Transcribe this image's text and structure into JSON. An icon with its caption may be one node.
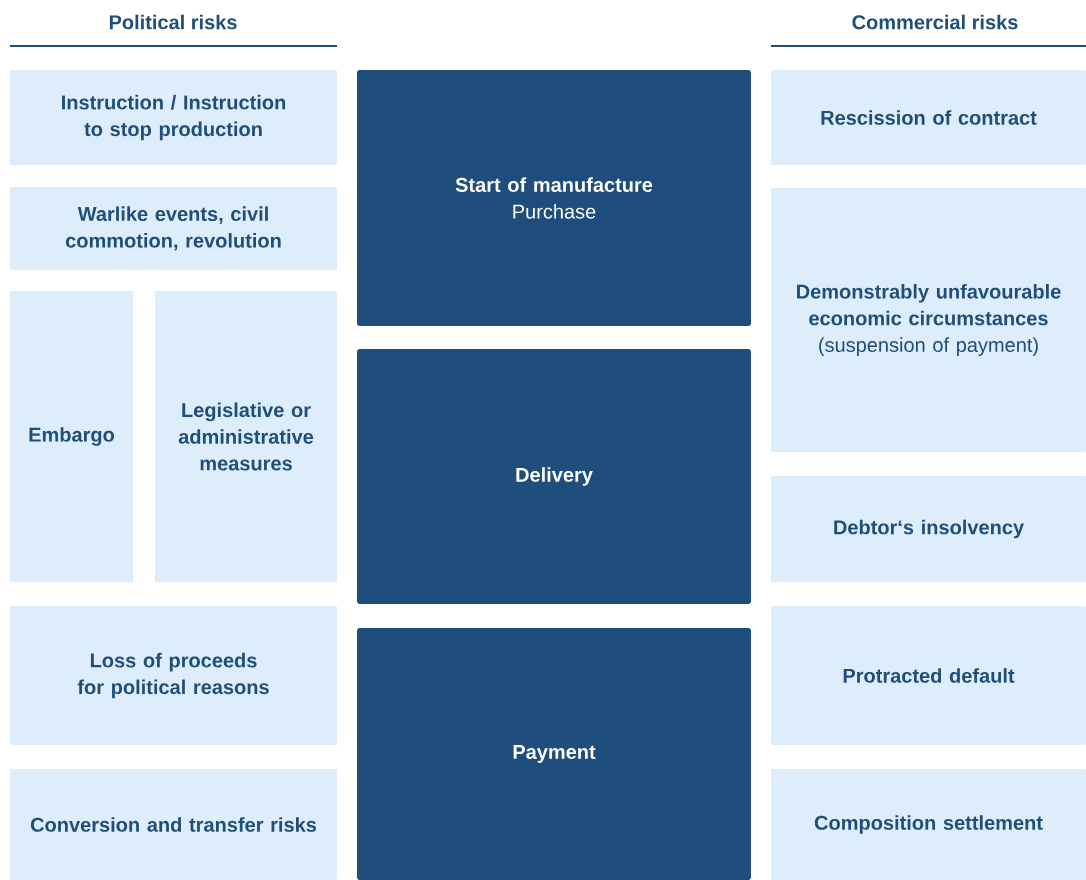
{
  "diagram": {
    "nodes": [
      {
        "text": [
          "Instruction / Instruction to stop production"
        ]
      },
      {
        "text": [
          "Warlike events, civil commotion, revolution"
        ]
      },
      {
        "text": [
          "Embargo"
        ]
      },
      {
        "text": [
          "Legislative or administrative measures"
        ]
      },
      {
        "text": [
          "Loss of proceeds for political reasons"
        ]
      },
      {
        "text": [
          "Conversion and transfer risks"
        ]
      },
      {
        "text": [
          "Start of manufacture",
          "Purchase"
        ]
      },
      {
        "text": [
          "Delivery"
        ]
      },
      {
        "text": [
          "Payment"
        ]
      },
      {
        "text": [
          "Rescission of contract"
        ]
      },
      {
        "text": [
          "Demonstrably unfavourable economic circumstances",
          "(suspension of payment)"
        ]
      },
      {
        "text": [
          "Debtor‘s insolvency"
        ]
      },
      {
        "text": [
          "Protracted default"
        ]
      },
      {
        "text": [
          "Composition settlement"
        ]
      }
    ],
    "labels": [
      "Political risks",
      "Commercial risks"
    ]
  }
}
